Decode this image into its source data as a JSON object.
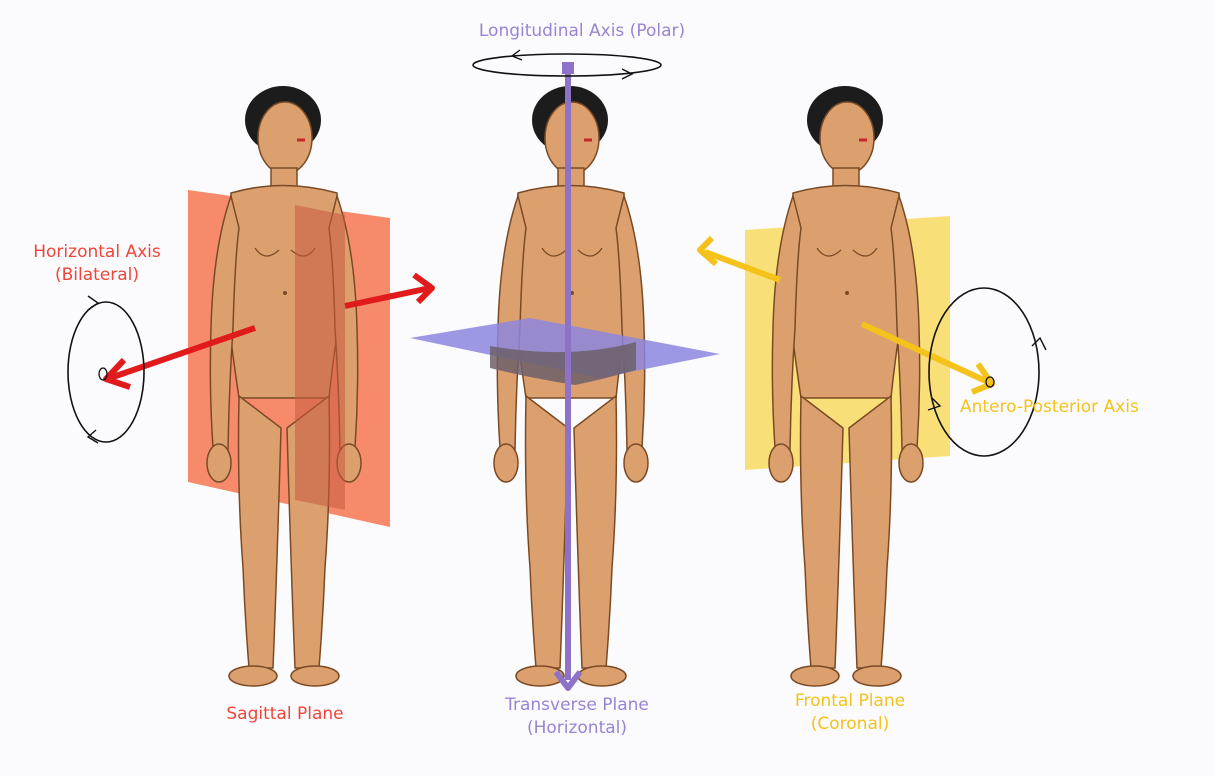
{
  "labels": {
    "longitudinal_axis": "Longitudinal Axis (Polar)",
    "horizontal_axis_line1": "Horizontal Axis",
    "horizontal_axis_line2": "(Bilateral)",
    "antero_posterior_axis": "Antero-Posterior Axis",
    "sagittal_plane": "Sagittal Plane",
    "transverse_plane_line1": "Transverse Plane",
    "transverse_plane_line2": "(Horizontal)",
    "frontal_plane_line1": "Frontal Plane",
    "frontal_plane_line2": "(Coronal)"
  },
  "colors": {
    "sagittal": "#f0453a",
    "sagittal_plane_fill": "#f5805e",
    "transverse": "#8e72c8",
    "transverse_plane_fill": "#8c86de",
    "frontal": "#f5c21b",
    "frontal_plane_fill": "#f8dc6c",
    "skin": "#dca06f",
    "hair": "#1c1c1c"
  }
}
